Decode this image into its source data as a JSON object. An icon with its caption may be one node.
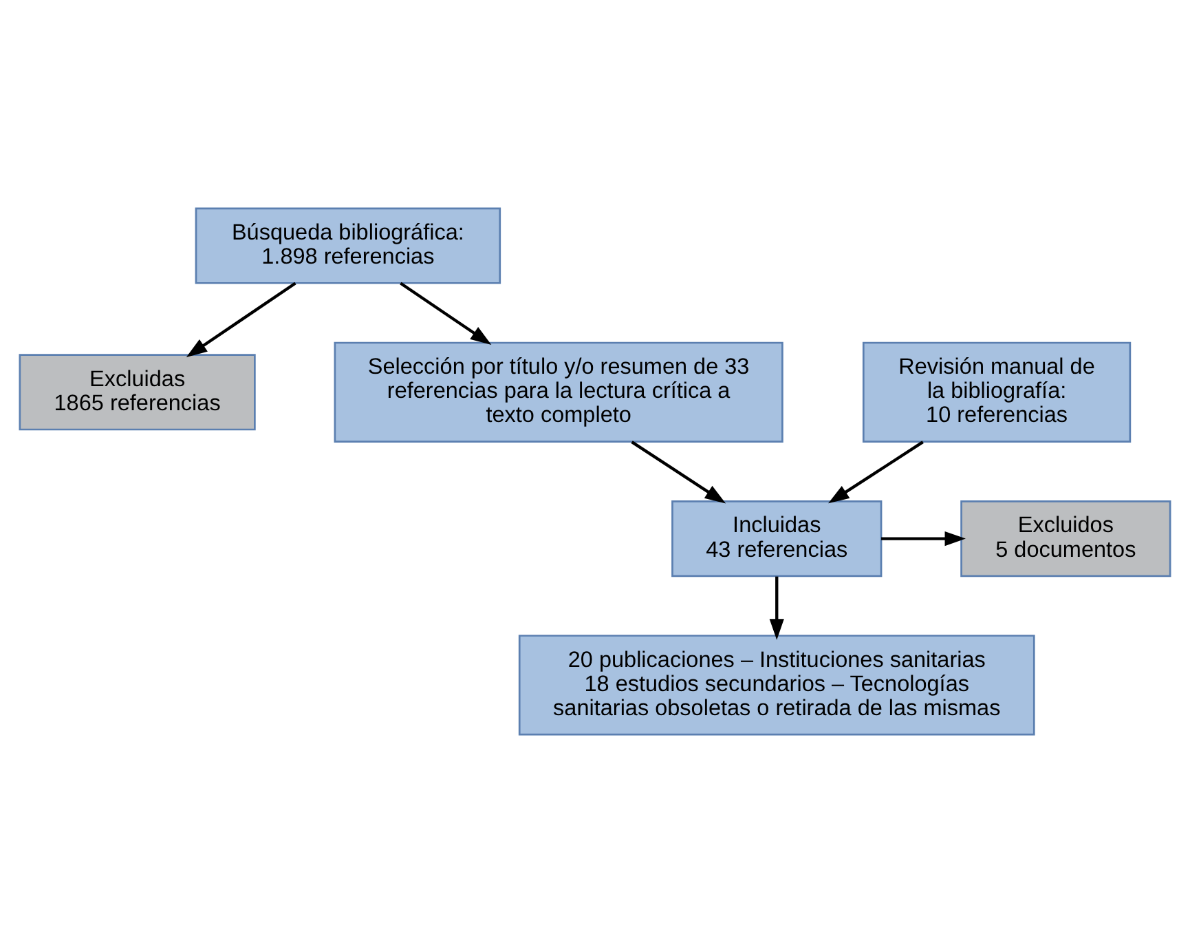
{
  "diagram": {
    "nodes": [
      {
        "text": [
          "Búsqueda bibliográfica:",
          "1.898 referencias"
        ]
      },
      {
        "text": [
          "Excluidas",
          "1865 referencias"
        ]
      },
      {
        "text": [
          "Selección por título y/o resumen de 33 referencias para la lectura crítica a texto completo"
        ]
      },
      {
        "text": [
          "Revisión manual de la bibliografía:",
          "10 referencias"
        ]
      },
      {
        "text": [
          "Incluidas",
          "43 referencias"
        ]
      },
      {
        "text": [
          "Excluidos",
          "5 documentos"
        ]
      },
      {
        "text": [
          "20 publicaciones – Instituciones sanitarias",
          "18 estudios secundarios – Tecnologías sanitarias obsoletas o retirada de las mismas"
        ]
      }
    ],
    "edges": [
      {
        "from": 0,
        "to": 2,
        "arrow": "to"
      },
      {
        "from": 0,
        "to": 1,
        "arrow": "to"
      },
      {
        "from": 2,
        "to": 4,
        "arrow": "to"
      },
      {
        "from": 3,
        "to": 4,
        "arrow": "to"
      },
      {
        "from": 4,
        "to": 5,
        "arrow": "to"
      },
      {
        "from": 4,
        "to": 6,
        "arrow": "to"
      }
    ]
  }
}
